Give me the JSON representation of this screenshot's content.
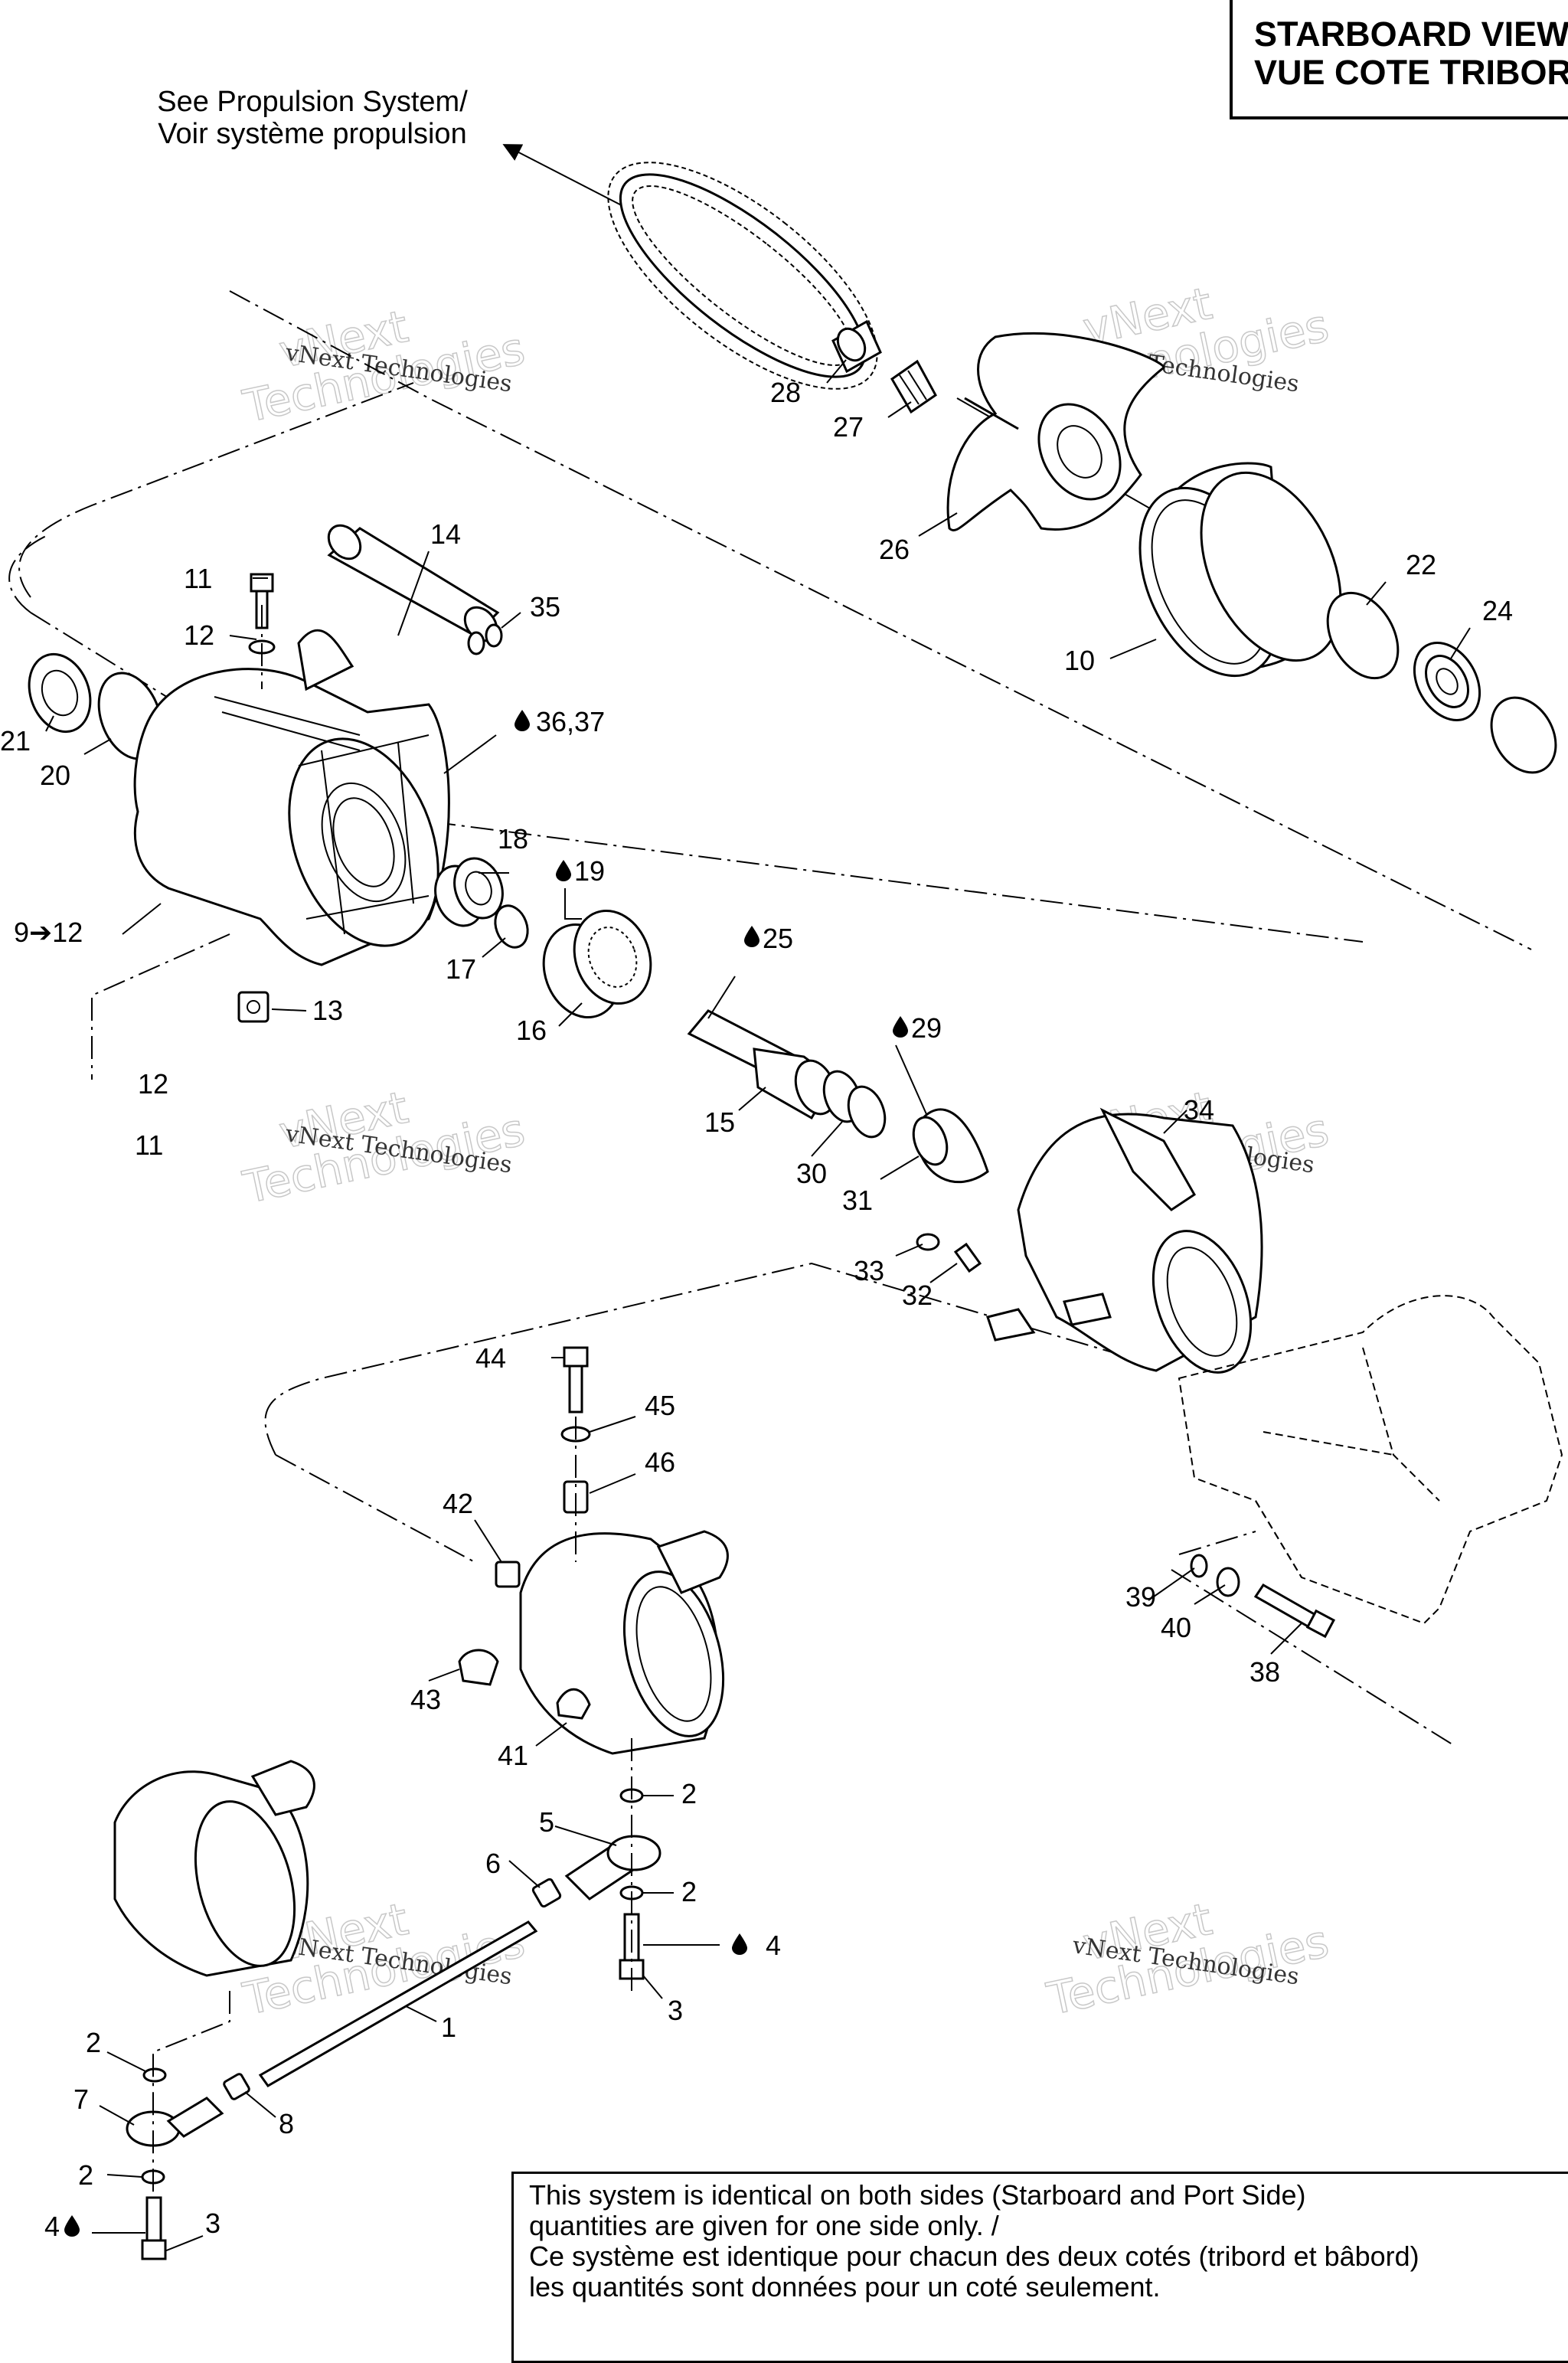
{
  "title": {
    "line1": "STARBOARD VIEW",
    "line2": "VUE COTE TRIBORD"
  },
  "reference_note": {
    "line1": "See Propulsion System/",
    "line2": "Voir système propulsion"
  },
  "watermark": {
    "line1": "vNext Technologies",
    "line2": "vNext",
    "line3": "Technologies"
  },
  "callouts": {
    "c1": "1",
    "c2a": "2",
    "c2b": "2",
    "c2c": "2",
    "c2d": "2",
    "c3a": "3",
    "c3b": "3",
    "c4a": "4",
    "c4b": "4",
    "c5": "5",
    "c6": "6",
    "c7": "7",
    "c8": "8",
    "c9": "9➔12",
    "c10": "10",
    "c11a": "11",
    "c11b": "11",
    "c12a": "12",
    "c12b": "12",
    "c13": "13",
    "c14": "14",
    "c15": "15",
    "c16": "16",
    "c17": "17",
    "c18": "18",
    "c19": "19",
    "c20": "20",
    "c21": "21",
    "c22": "22",
    "c24": "24",
    "c25": "25",
    "c26": "26",
    "c27": "27",
    "c28": "28",
    "c29": "29",
    "c30": "30",
    "c31": "31",
    "c32": "32",
    "c33": "33",
    "c34": "34",
    "c35": "35",
    "c36": "36,37",
    "c38": "38",
    "c39": "39",
    "c40": "40",
    "c41": "41",
    "c42": "42",
    "c43": "43",
    "c44": "44",
    "c45": "45",
    "c46": "46"
  },
  "note": {
    "line1": "This system is identical on both sides (Starboard and Port Side)",
    "line2": "quantities are given for one side only. /",
    "line3": "Ce système est identique pour chacun des deux cotés (tribord et bâbord)",
    "line4": "les quantités sont données pour un coté seulement."
  },
  "icons": {
    "lubricant": "oil-drop-icon",
    "arrow": "arrow-right-icon"
  }
}
